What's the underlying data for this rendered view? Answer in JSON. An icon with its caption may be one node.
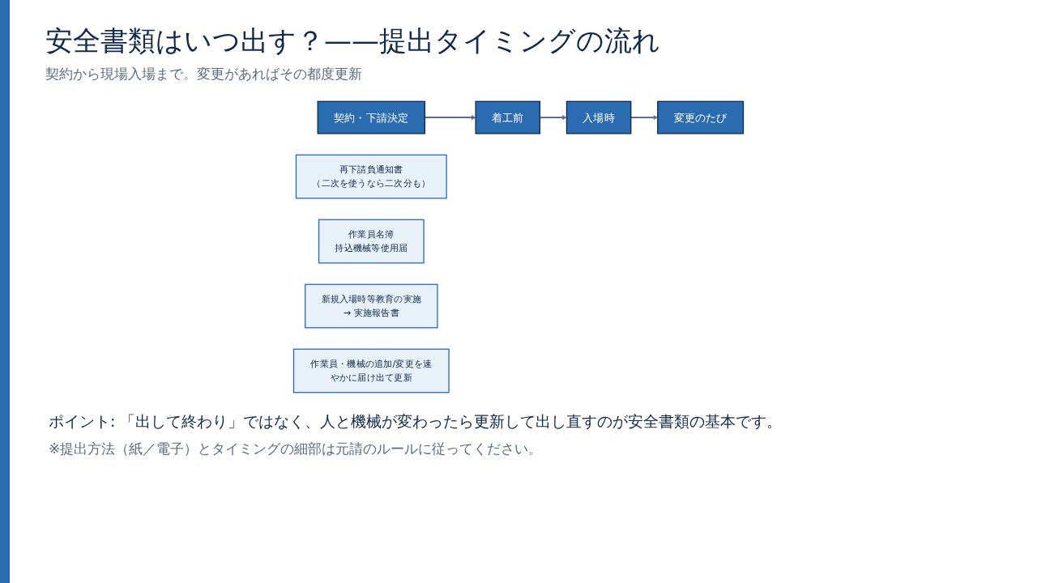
{
  "diagram": {
    "title": "安全書類はいつ出す？——提出タイミングの流れ",
    "nodes": [
      {
        "text": [
          "契約・下請決定"
        ]
      },
      {
        "text": [
          "再下請負通知書",
          "（二次を使うなら二次分も）"
        ]
      },
      {
        "text": [
          "着工前"
        ]
      },
      {
        "text": [
          "作業員名簿",
          "持込機械等使用届"
        ]
      },
      {
        "text": [
          "入場時"
        ]
      },
      {
        "text": [
          "新規入場時等教育の実施",
          "→ 実施報告書"
        ]
      },
      {
        "text": [
          "変更のたび"
        ]
      },
      {
        "text": [
          "作業員・機械の追加/変更を速やかに届け出て更新"
        ]
      }
    ],
    "edges": [
      {
        "from": 0,
        "to": 2,
        "arrow": "to"
      },
      {
        "from": 2,
        "to": 4,
        "arrow": "to"
      },
      {
        "from": 4,
        "to": 6,
        "arrow": "to"
      }
    ],
    "labels": [
      "契約から現場入場まで。変更があればその都度更新",
      "ポイント: 「出して終わり」ではなく、人と機械が変わったら更新して出し直すのが安全書類の基本です。",
      "※提出方法（紙／電子）とタイミングの細部は元請のルールに従ってください。"
    ]
  }
}
